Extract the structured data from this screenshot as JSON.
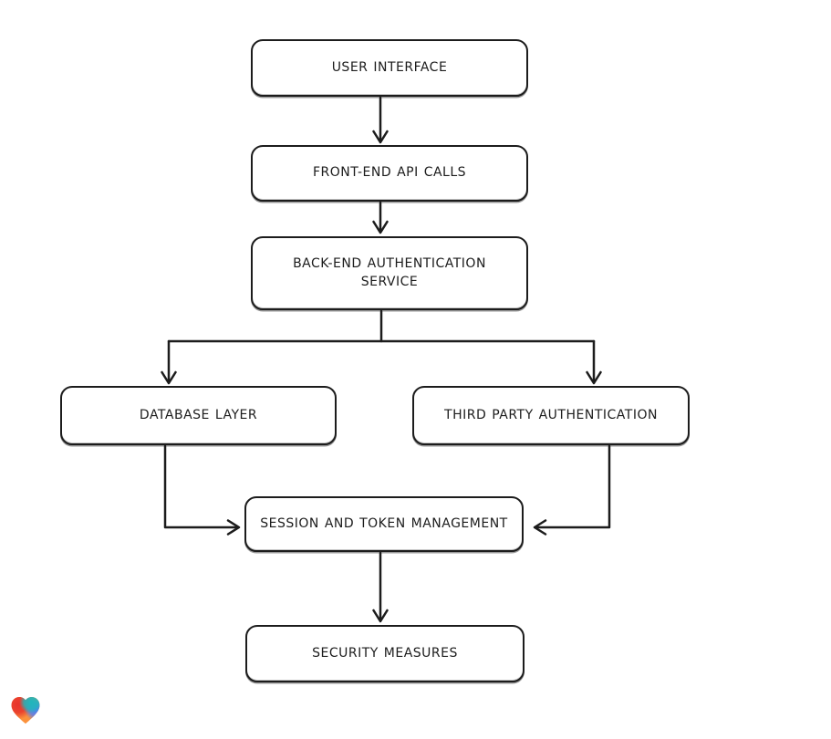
{
  "diagram": {
    "type": "flowchart",
    "background": "#ffffff",
    "stroke_color": "#1c1c1c",
    "node_fill": "#ffffff",
    "nodes": [
      {
        "id": "user-interface",
        "label": "USER INTERFACE"
      },
      {
        "id": "front-end-api-calls",
        "label": "FRONT-END API CALLS"
      },
      {
        "id": "back-end-authentication-service",
        "label": "BACK-END AUTHENTICATION SERVICE"
      },
      {
        "id": "database-layer",
        "label": "DATABASE LAYER"
      },
      {
        "id": "third-party-authentication",
        "label": "THIRD PARTY AUTHENTICATION"
      },
      {
        "id": "session-and-token-management",
        "label": "SESSION AND TOKEN MANAGEMENT"
      },
      {
        "id": "security-measures",
        "label": "SECURITY MEASURES"
      }
    ],
    "edges": [
      {
        "from": "user-interface",
        "to": "front-end-api-calls"
      },
      {
        "from": "front-end-api-calls",
        "to": "back-end-authentication-service"
      },
      {
        "from": "back-end-authentication-service",
        "to": "database-layer"
      },
      {
        "from": "back-end-authentication-service",
        "to": "third-party-authentication"
      },
      {
        "from": "database-layer",
        "to": "session-and-token-management"
      },
      {
        "from": "third-party-authentication",
        "to": "session-and-token-management"
      },
      {
        "from": "session-and-token-management",
        "to": "security-measures"
      }
    ]
  },
  "branding": {
    "logo_icon": "heart-icon",
    "logo_colors": {
      "red": "#e8342c",
      "orange": "#fb923c",
      "teal": "#1fb6bd",
      "blue": "#4f7df9"
    }
  }
}
